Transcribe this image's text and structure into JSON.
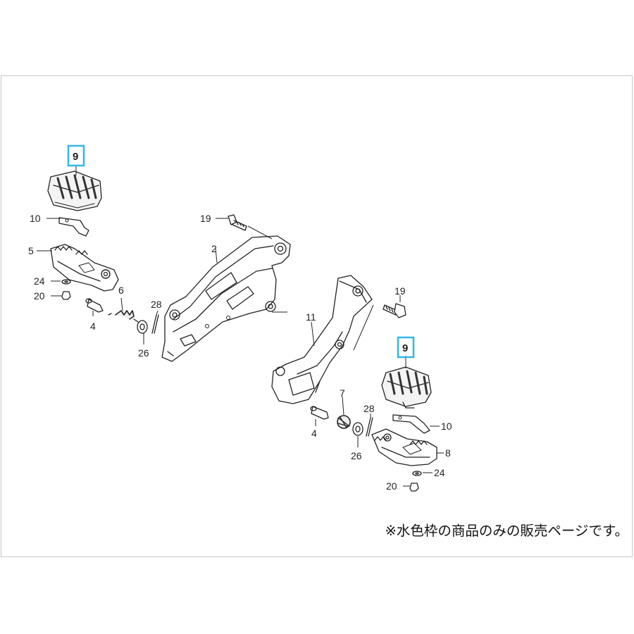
{
  "diagram": {
    "labels": {
      "l9": "9",
      "l10": "10",
      "l5": "5",
      "l24": "24",
      "l20": "20",
      "l4": "4",
      "l6": "6",
      "l28": "28",
      "l26": "26",
      "l19": "19",
      "l2": "2",
      "r11": "11",
      "r19": "19",
      "r9": "9",
      "r7": "7",
      "r28": "28",
      "r4": "4",
      "r26": "26",
      "r10": "10",
      "r8": "8",
      "r24": "24",
      "r20": "20"
    },
    "highlight_color": "#35b6e6"
  },
  "note": "※水色枠の商品のみの販売ページです。"
}
